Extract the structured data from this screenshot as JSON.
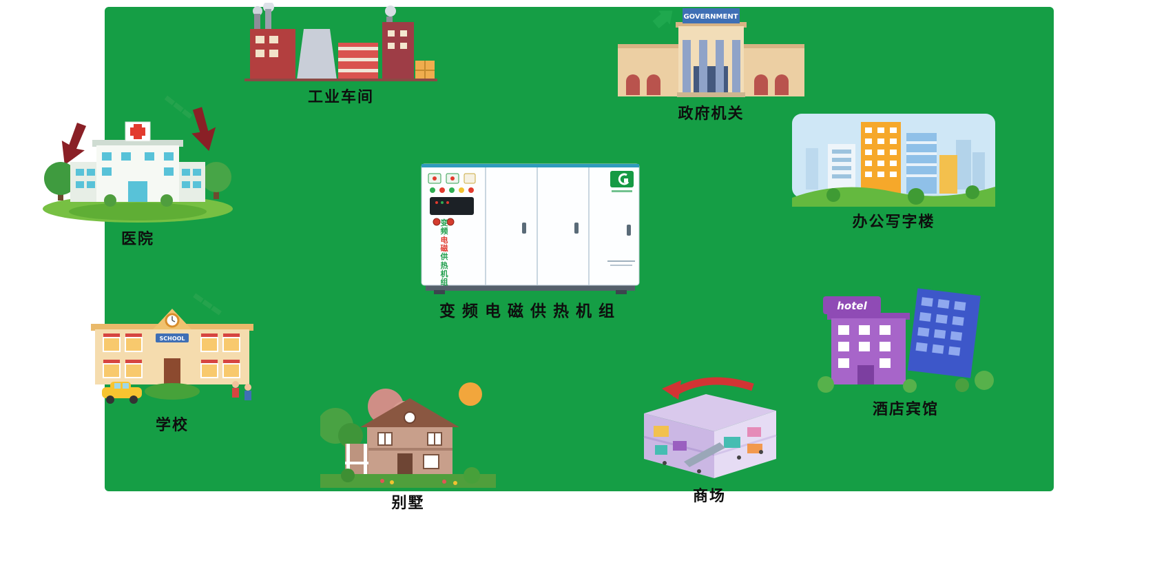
{
  "colors": {
    "background_green": "#159e45",
    "arrow_red": "#8a2026",
    "accent_green": "#25a34d",
    "label_text": "#0e0e0e"
  },
  "center": {
    "caption": "变频电磁供热机组",
    "vertical_top": "变频",
    "vertical_mid": "电磁",
    "vertical_bottom": "供热机组"
  },
  "scenes": {
    "factory": {
      "label": "工业车间"
    },
    "government": {
      "label": "政府机关",
      "sign": "GOVERNMENT"
    },
    "hospital": {
      "label": "医院"
    },
    "office": {
      "label": "办公写字楼"
    },
    "hotel": {
      "label": "酒店宾馆",
      "sign": "hotel"
    },
    "school": {
      "label": "学校",
      "sign": "SCHOOL"
    },
    "villa": {
      "label": "别墅"
    },
    "mall": {
      "label": "商场"
    }
  }
}
